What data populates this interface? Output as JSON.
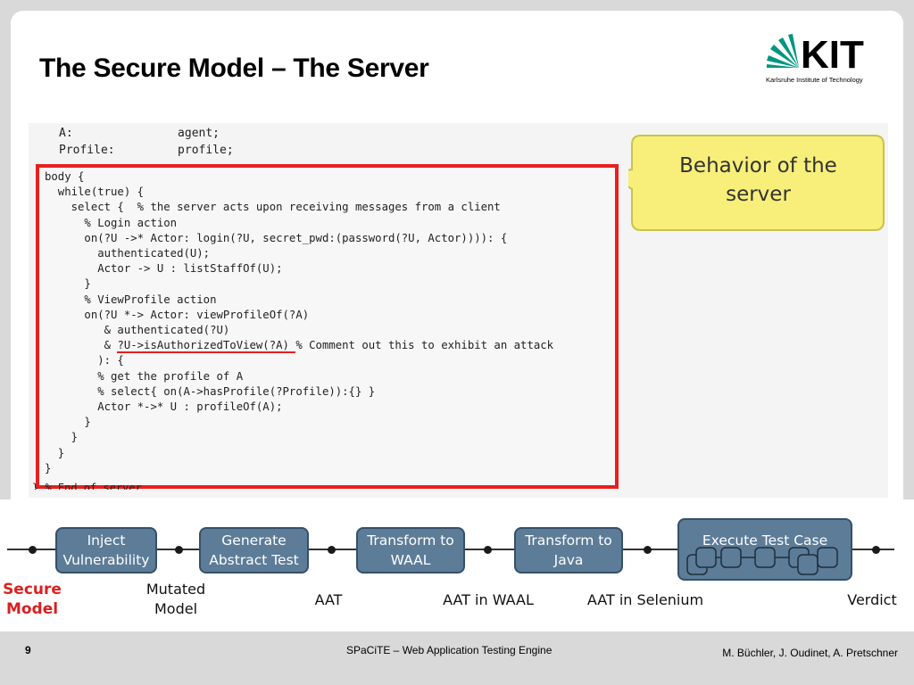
{
  "slide": {
    "title": "The Secure Model – The Server",
    "logo_text": "KIT",
    "logo_subtitle": "Karlsruhe Institute of Technology"
  },
  "code": {
    "header": "A:               agent;\nProfile:         profile;",
    "pre_underline": "body {\n  while(true) {\n    select {  % the server acts upon receiving messages from a client\n      % Login action\n      on(?U ->* Actor: login(?U, secret_pwd:(password(?U, Actor)))): {\n        authenticated(U);\n        Actor -> U : listStaffOf(U);\n      }\n      % ViewProfile action\n      on(?U *-> Actor: viewProfileOf(?A)\n         & authenticated(?U)\n         & ",
    "underlined": "?U->isAuthorizedToView(?A) ",
    "post_underline": "% Comment out this to exhibit an attack\n        ): {\n        % get the profile of A\n        % select{ on(A->hasProfile(?Profile)):{} }\n        Actor *->* U : profileOf(A);\n      }\n    }\n  }\n}",
    "tail": "} % End of server"
  },
  "callout": {
    "text": "Behavior of the server"
  },
  "pipeline": {
    "steps": [
      {
        "label": "Inject Vulnerability"
      },
      {
        "label": "Generate Abstract Test"
      },
      {
        "label": "Transform to WAAL"
      },
      {
        "label": "Transform to Java"
      },
      {
        "label": "Execute Test Case"
      }
    ],
    "labels": [
      {
        "text": "Secure Model"
      },
      {
        "text": "Mutated Model"
      },
      {
        "text": "AAT"
      },
      {
        "text": "AAT in WAAL"
      },
      {
        "text": "AAT in Selenium"
      },
      {
        "text": "Verdict"
      }
    ],
    "colors": {
      "step_fill": "#5c7c98",
      "step_border": "#35506a",
      "highlight": "#d92020"
    }
  },
  "footer": {
    "page_number": "9",
    "center_text": "SPaCiTE – Web Application Testing Engine",
    "authors": "M. Büchler, J. Oudinet, A. Pretschner"
  }
}
